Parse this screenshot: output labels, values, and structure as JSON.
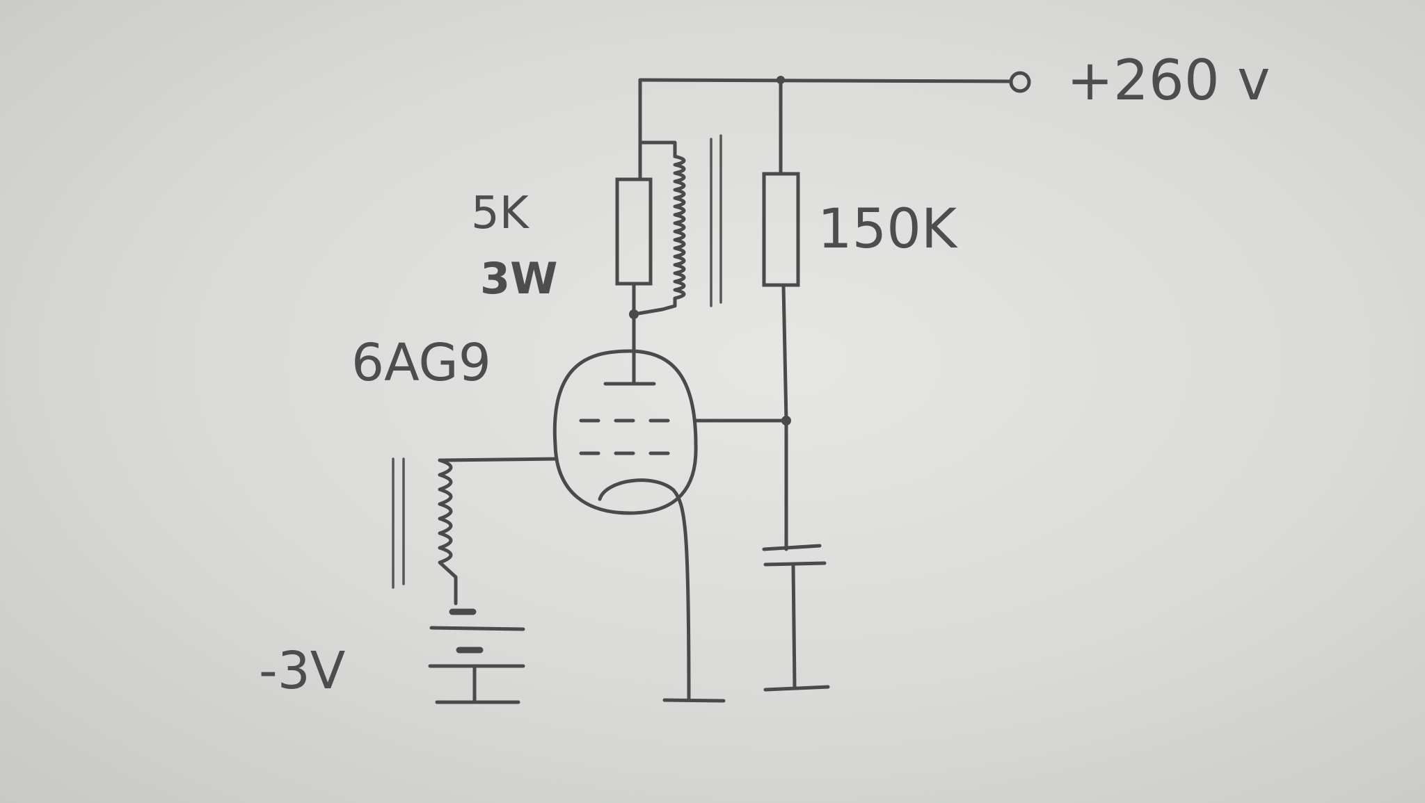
{
  "labels": {
    "supply": "+260 v",
    "plate_resistor_value": "5K",
    "plate_resistor_power": "3W",
    "tube": "6AG9",
    "screen_resistor": "150K",
    "bias": "-3V"
  },
  "colors": {
    "ink": "#4a4a4a",
    "paper": "#e4e4e2"
  }
}
